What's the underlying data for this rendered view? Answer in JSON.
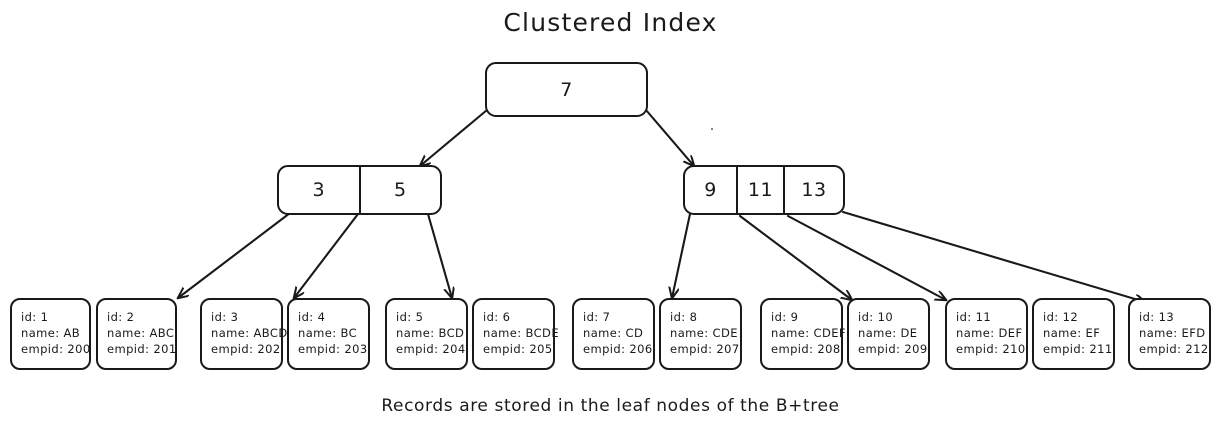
{
  "title": "Clustered Index",
  "caption": "Records are stored in the leaf nodes of the B+tree",
  "colors": {
    "stroke": "#191919",
    "text": "#1a1a1a",
    "background": "#ffffff"
  },
  "tree": {
    "root": {
      "keys": [
        "7"
      ]
    },
    "internal": [
      {
        "name": "left-internal-node",
        "keys": [
          "3",
          "5"
        ]
      },
      {
        "name": "right-internal-node",
        "keys": [
          "9",
          "11",
          "13"
        ]
      }
    ],
    "leaf_field_labels": {
      "id": "id:",
      "name": "name:",
      "empid": "empid:"
    },
    "leaves": [
      {
        "id": "id: 1",
        "name": "name: AB",
        "empid": "empid: 200"
      },
      {
        "id": "id: 2",
        "name": "name: ABC",
        "empid": "empid: 201"
      },
      {
        "id": "id: 3",
        "name": "name: ABCD",
        "empid": "empid: 202"
      },
      {
        "id": "id: 4",
        "name": "name: BC",
        "empid": "empid: 203"
      },
      {
        "id": "id: 5",
        "name": "name: BCD",
        "empid": "empid: 204"
      },
      {
        "id": "id: 6",
        "name": "name: BCDE",
        "empid": "empid: 205"
      },
      {
        "id": "id: 7",
        "name": "name: CD",
        "empid": "empid: 206"
      },
      {
        "id": "id: 8",
        "name": "name: CDE",
        "empid": "empid: 207"
      },
      {
        "id": "id: 9",
        "name": "name: CDEF",
        "empid": "empid: 208"
      },
      {
        "id": "id: 10",
        "name": "name: DE",
        "empid": "empid: 209"
      },
      {
        "id": "id: 11",
        "name": "name: DEF",
        "empid": "empid: 210"
      },
      {
        "id": "id: 12",
        "name": "name: EF",
        "empid": "empid: 211"
      },
      {
        "id": "id: 13",
        "name": "name: EFD",
        "empid": "empid: 212"
      }
    ]
  }
}
